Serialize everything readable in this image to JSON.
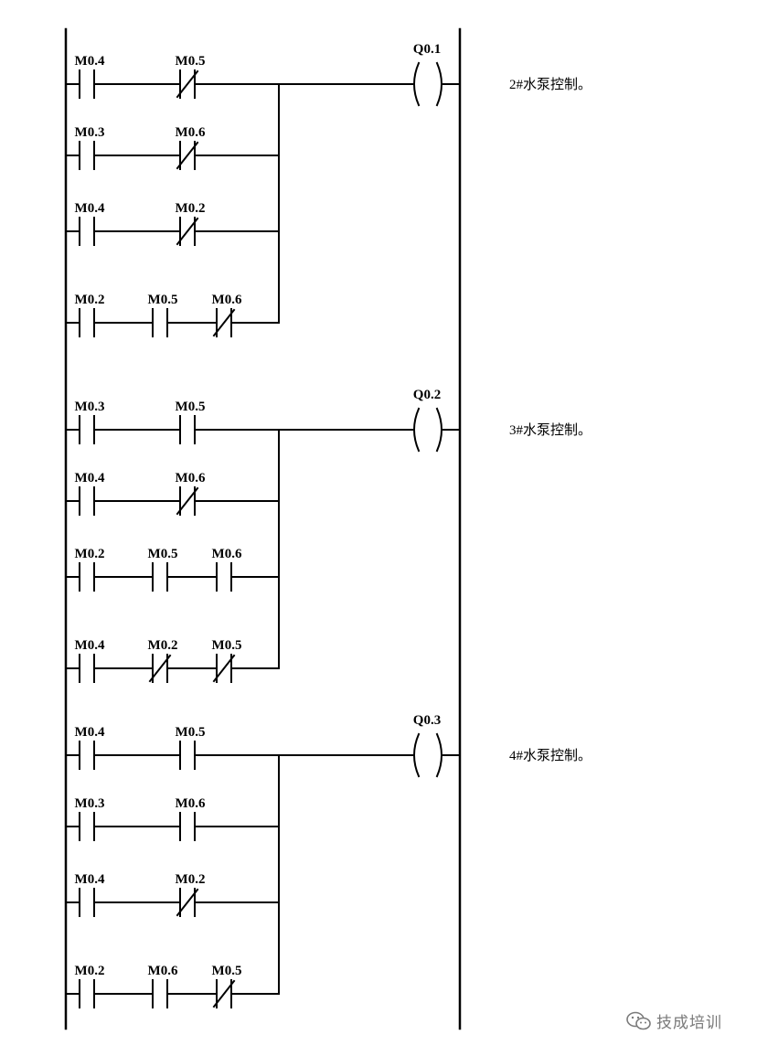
{
  "rungs": [
    {
      "coil": "Q0.1",
      "comment": "2#水泵控制。",
      "branches": [
        [
          {
            "label": "M0.4",
            "type": "NO"
          },
          {
            "label": "M0.5",
            "type": "NC"
          }
        ],
        [
          {
            "label": "M0.3",
            "type": "NO"
          },
          {
            "label": "M0.6",
            "type": "NC"
          }
        ],
        [
          {
            "label": "M0.4",
            "type": "NO"
          },
          {
            "label": "M0.2",
            "type": "NC"
          }
        ],
        [
          {
            "label": "M0.2",
            "type": "NO"
          },
          {
            "label": "M0.5",
            "type": "NO"
          },
          {
            "label": "M0.6",
            "type": "NC"
          }
        ]
      ]
    },
    {
      "coil": "Q0.2",
      "comment": "3#水泵控制。",
      "branches": [
        [
          {
            "label": "M0.3",
            "type": "NO"
          },
          {
            "label": "M0.5",
            "type": "NO"
          }
        ],
        [
          {
            "label": "M0.4",
            "type": "NO"
          },
          {
            "label": "M0.6",
            "type": "NC"
          }
        ],
        [
          {
            "label": "M0.2",
            "type": "NO"
          },
          {
            "label": "M0.5",
            "type": "NO"
          },
          {
            "label": "M0.6",
            "type": "NO"
          }
        ],
        [
          {
            "label": "M0.4",
            "type": "NO"
          },
          {
            "label": "M0.2",
            "type": "NC"
          },
          {
            "label": "M0.5",
            "type": "NC"
          }
        ]
      ]
    },
    {
      "coil": "Q0.3",
      "comment": "4#水泵控制。",
      "branches": [
        [
          {
            "label": "M0.4",
            "type": "NO"
          },
          {
            "label": "M0.5",
            "type": "NO"
          }
        ],
        [
          {
            "label": "M0.3",
            "type": "NO"
          },
          {
            "label": "M0.6",
            "type": "NO"
          }
        ],
        [
          {
            "label": "M0.4",
            "type": "NO"
          },
          {
            "label": "M0.2",
            "type": "NC"
          }
        ],
        [
          {
            "label": "M0.2",
            "type": "NO"
          },
          {
            "label": "M0.6",
            "type": "NO"
          },
          {
            "label": "M0.5",
            "type": "NC"
          }
        ]
      ]
    }
  ],
  "watermark": {
    "icon": "wechat-icon",
    "text": "技成培训",
    "color": "#7a7a7a"
  }
}
